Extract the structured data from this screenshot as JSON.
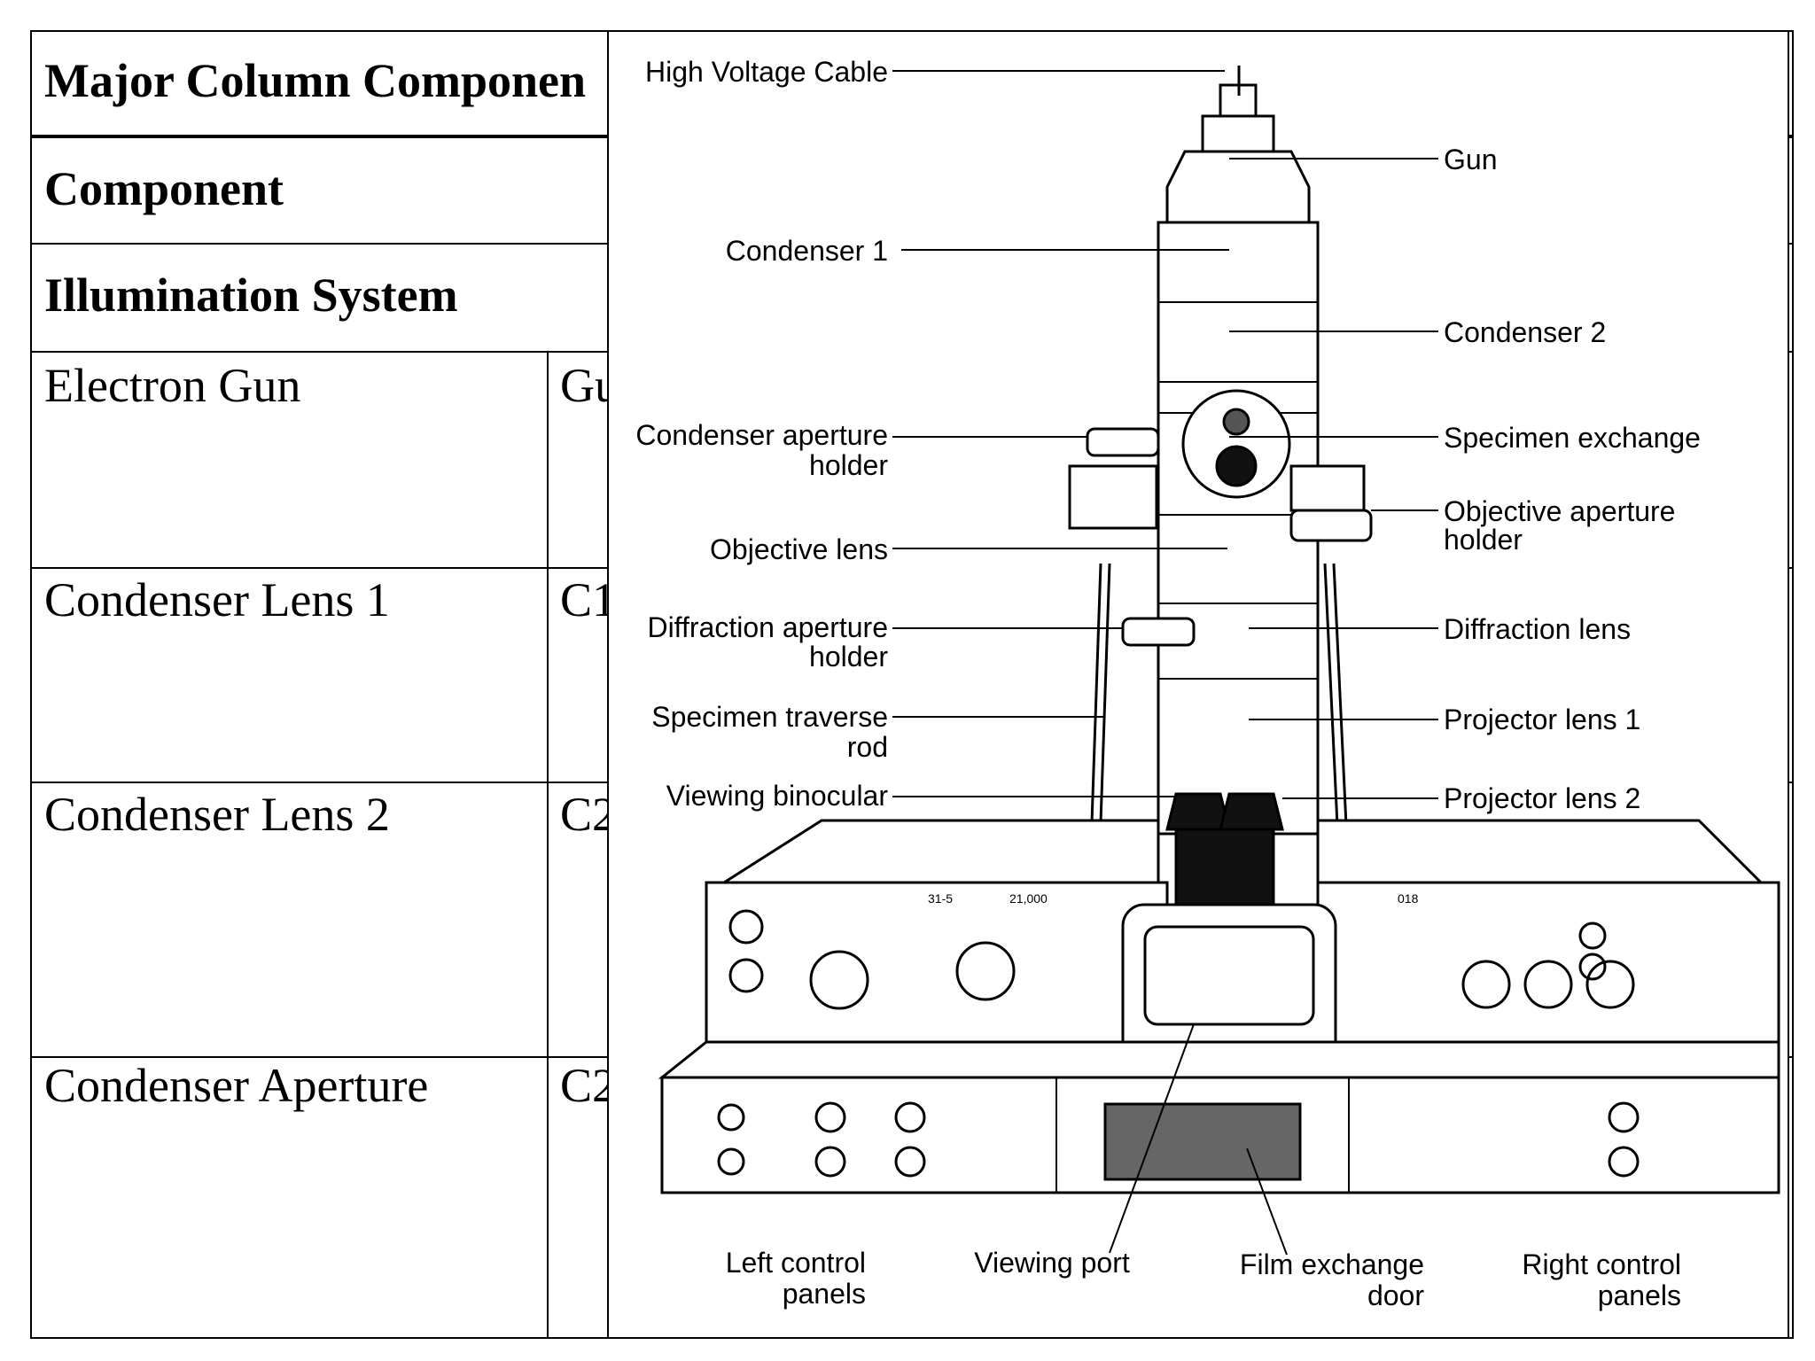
{
  "table": {
    "title": "Major Column Componen",
    "header": "Component",
    "section": "Illumination System",
    "rows": [
      {
        "name": "Electron Gun",
        "code": "Gu"
      },
      {
        "name": "Condenser Lens 1",
        "code": "C1"
      },
      {
        "name": "Condenser Lens 2",
        "code": "C2"
      },
      {
        "name": "Condenser Aperture",
        "code": "C2"
      }
    ]
  },
  "diagram": {
    "labels": {
      "high_voltage_cable": "High Voltage Cable",
      "gun": "Gun",
      "condenser1": "Condenser 1",
      "condenser2": "Condenser 2",
      "condenser_aperture_1": "Condenser aperture",
      "condenser_aperture_2": "holder",
      "specimen_exchange": "Specimen exchange",
      "objective_aperture_1": "Objective aperture",
      "objective_aperture_2": "holder",
      "objective_lens": "Objective lens",
      "diffraction_aperture_1": "Diffraction aperture",
      "diffraction_aperture_2": "holder",
      "diffraction_lens": "Diffraction lens",
      "specimen_traverse_1": "Specimen traverse",
      "specimen_traverse_2": "rod",
      "projector_lens_1": "Projector lens 1",
      "viewing_binocular": "Viewing binocular",
      "projector_lens_2": "Projector lens 2",
      "left_panels_1": "Left control",
      "left_panels_2": "panels",
      "viewing_port": "Viewing port",
      "film_door_1": "Film exchange",
      "film_door_2": "door",
      "right_panels_1": "Right control",
      "right_panels_2": "panels"
    },
    "panel_readouts": {
      "mag": "21,000",
      "camera": "31-5",
      "exposure": "018"
    }
  }
}
